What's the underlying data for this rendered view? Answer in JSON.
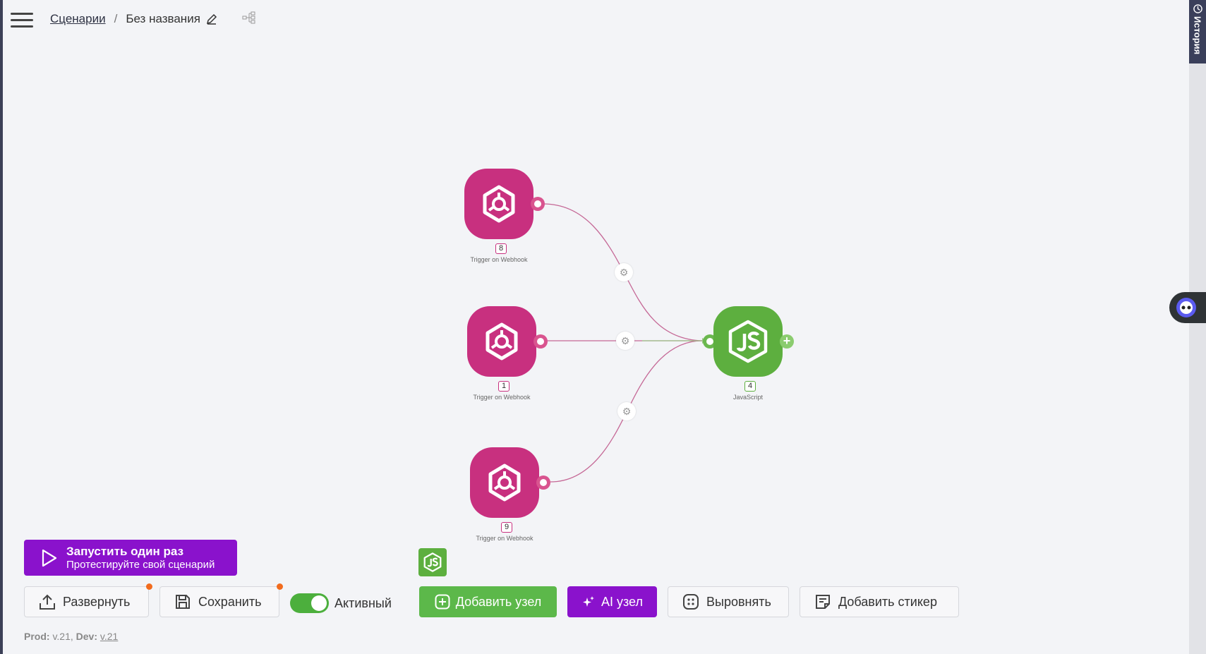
{
  "header": {
    "breadcrumb_root": "Сценарии",
    "separator": "/",
    "title": "Без названия"
  },
  "side": {
    "history_label": "История"
  },
  "canvas": {
    "nodes": [
      {
        "id": "8",
        "label": "Trigger on Webhook"
      },
      {
        "id": "1",
        "label": "Trigger on Webhook"
      },
      {
        "id": "9",
        "label": "Trigger on Webhook"
      },
      {
        "id": "4",
        "label": "JavaScript"
      }
    ]
  },
  "run": {
    "title": "Запустить один раз",
    "subtitle": "Протестируйте свой сценарий"
  },
  "toolbar": {
    "deploy_label": "Развернуть",
    "save_label": "Сохранить",
    "active_label": "Активный",
    "active": true,
    "add_node_label": "Добавить узел",
    "ai_node_label": "AI узел",
    "align_label": "Выровнять",
    "add_sticker_label": "Добавить стикер"
  },
  "versions": {
    "prod_label": "Prod:",
    "prod_value": "v.21,",
    "dev_label": "Dev:",
    "dev_value": "v.21"
  },
  "colors": {
    "trigger": "#c8307f",
    "js": "#5daf3f",
    "primary_purple": "#8a12cc",
    "primary_green": "#5cb84a"
  }
}
